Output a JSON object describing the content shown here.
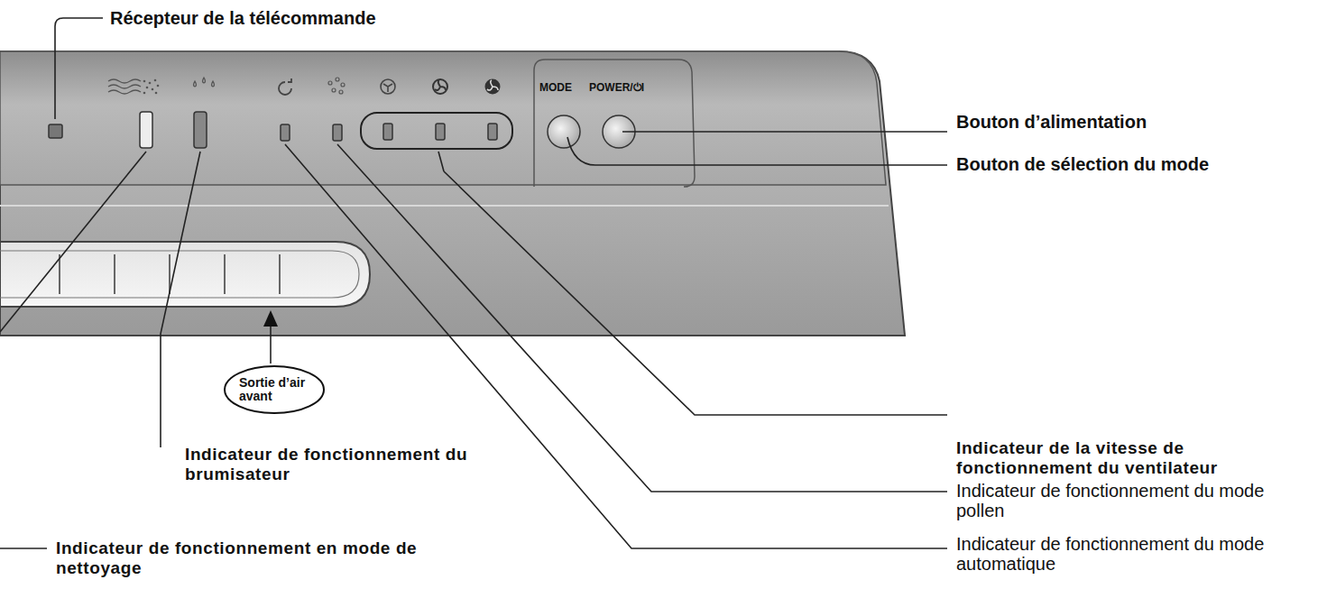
{
  "diagram": {
    "nodes": [
      {
        "text": [
          "Sortie d’air avant"
        ]
      }
    ],
    "labels": [
      "Récepteur de la télécommande",
      "MODE",
      "POWER/⏻I",
      "Bouton d’alimentation",
      "Bouton de sélection du mode",
      "Indicateur de fonctionnement du brumisateur",
      "Indicateur de fonctionnement en mode de nettoyage",
      "Indicateur de la vitesse de fonctionnement du ventilateur",
      "Indicateur de fonctionnement du mode pollen",
      "Indicateur de fonctionnement du mode automatique"
    ]
  }
}
